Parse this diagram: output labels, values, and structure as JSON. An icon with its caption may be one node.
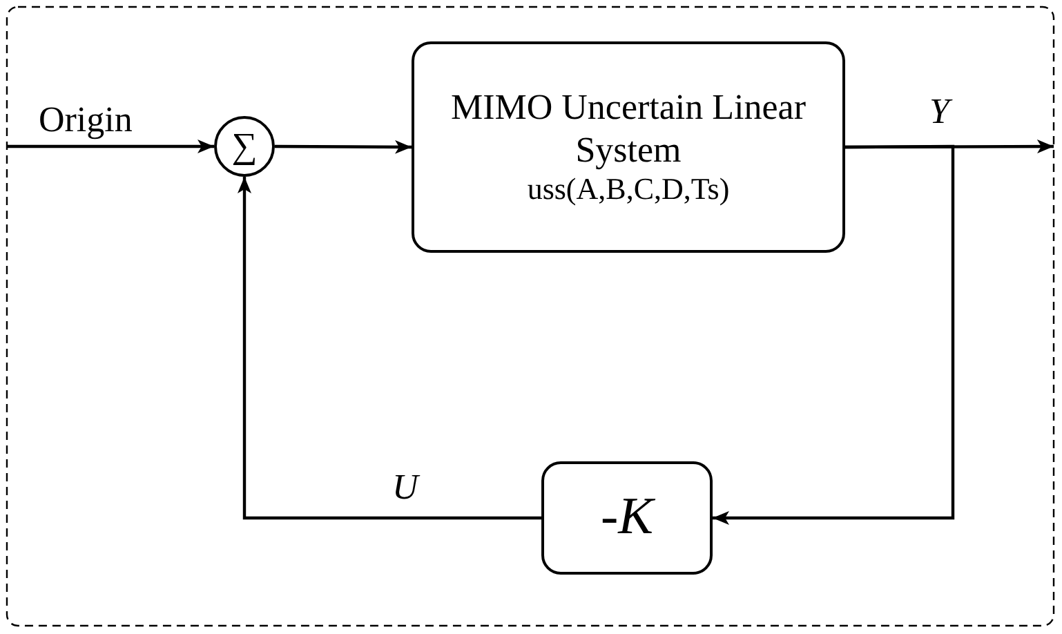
{
  "diagram": {
    "nodes": [
      {
        "text": [
          "∑"
        ]
      },
      {
        "text": [
          "MIMO Uncertain Linear System",
          "uss(A,B,C,D,Ts)"
        ]
      },
      {
        "text": [
          "-*K*"
        ]
      }
    ],
    "edges": [
      {
        "from": null,
        "to": 0,
        "arrow": "to",
        "label": "Origin"
      },
      {
        "from": 0,
        "to": 1,
        "arrow": "to"
      },
      {
        "from": 1,
        "to": null,
        "arrow": "to",
        "label": "Y"
      },
      {
        "from": 1,
        "to": 2,
        "arrow": "to"
      },
      {
        "from": 2,
        "to": 0,
        "arrow": "to",
        "label": "U"
      }
    ]
  }
}
